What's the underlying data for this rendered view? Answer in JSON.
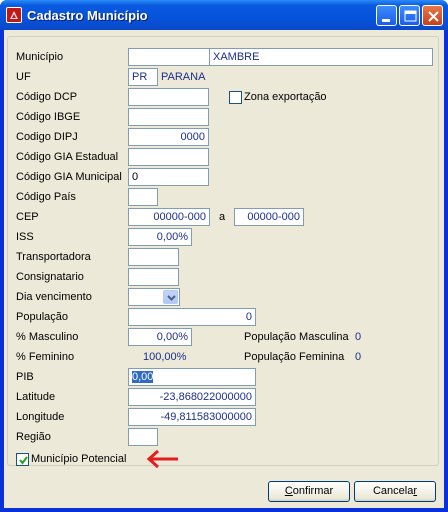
{
  "window": {
    "title": "Cadastro Município",
    "controls": [
      "minimize-icon",
      "maximize-icon",
      "close-icon"
    ]
  },
  "form": {
    "municipio": {
      "label": "Município",
      "code": "",
      "name": "XAMBRE"
    },
    "uf": {
      "label": "UF",
      "code": "PR",
      "name": "PARANA"
    },
    "codigo_dcp": {
      "label": "Código DCP",
      "value": ""
    },
    "zona_exportacao": {
      "label": "Zona exportação",
      "checked": false
    },
    "codigo_ibge": {
      "label": "Código IBGE",
      "value": ""
    },
    "codigo_dipj": {
      "label": "Codigo DIPJ",
      "value": "0000"
    },
    "codigo_gia_estadual": {
      "label": "Código GIA Estadual",
      "value": ""
    },
    "codigo_gia_municipal": {
      "label": "Código GIA Municipal",
      "value": "0"
    },
    "codigo_pais": {
      "label": "Código País",
      "value": ""
    },
    "cep": {
      "label": "CEP",
      "from": "00000-000",
      "separator": "a",
      "to": "00000-000"
    },
    "iss": {
      "label": "ISS",
      "value": "0,00%"
    },
    "transportadora": {
      "label": "Transportadora",
      "value": ""
    },
    "consignatario": {
      "label": "Consignatario",
      "value": ""
    },
    "dia_vencimento": {
      "label": "Dia vencimento",
      "value": ""
    },
    "populacao": {
      "label": "População",
      "value": "0"
    },
    "pct_masculino": {
      "label": "% Masculino",
      "value": "0,00%"
    },
    "populacao_masculina": {
      "label": "População Masculina",
      "value": "0"
    },
    "pct_feminino": {
      "label": "% Feminino",
      "value": "100,00%"
    },
    "populacao_feminina": {
      "label": "População Feminina",
      "value": "0"
    },
    "pib": {
      "label": "PIB",
      "value": "0,00"
    },
    "latitude": {
      "label": "Latitude",
      "value": "-23,868022000000"
    },
    "longitude": {
      "label": "Longitude",
      "value": "-49,811583000000"
    },
    "regiao": {
      "label": "Região",
      "value": ""
    },
    "municipio_potencial": {
      "label": "Município Potencial",
      "checked": true
    }
  },
  "buttons": {
    "confirmar": {
      "accel": "C",
      "rest": "onfirmar"
    },
    "cancelar": {
      "pre": "Cancela",
      "accel": "r"
    }
  },
  "colors": {
    "annotation_arrow": "#e41e1e",
    "titlebar": "#0653dc"
  }
}
